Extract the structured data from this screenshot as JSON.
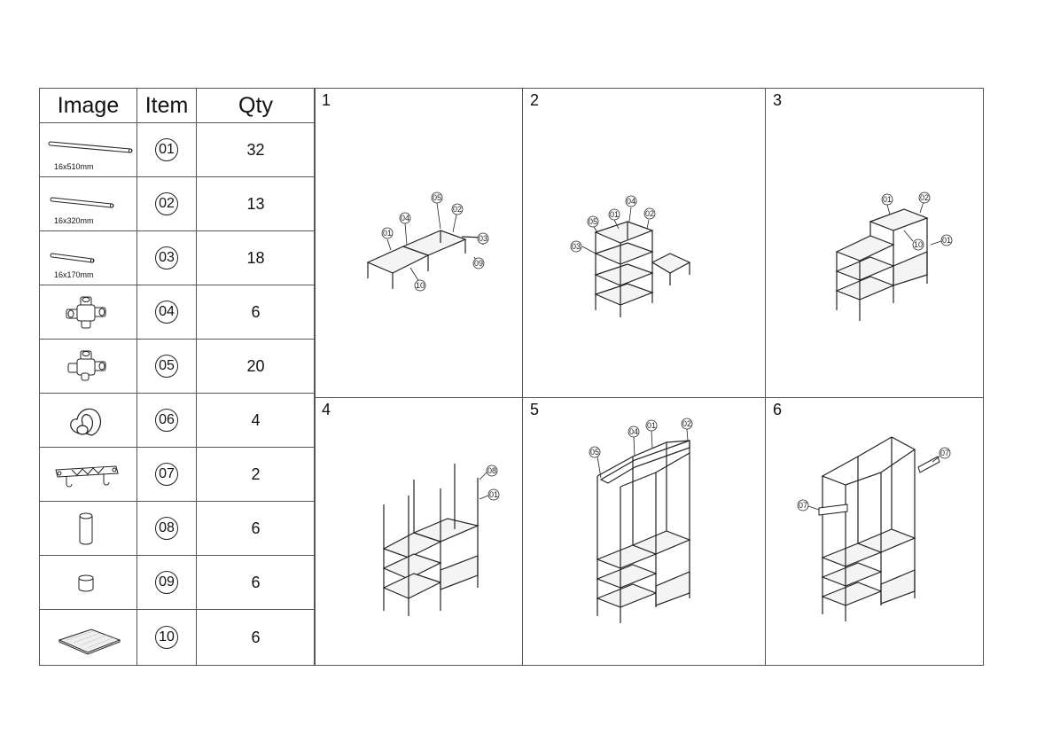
{
  "table": {
    "headers": {
      "image": "Image",
      "item": "Item",
      "qty": "Qty"
    },
    "rows": [
      {
        "icon": "long-tube-icon",
        "dimension": "16x510mm",
        "item": "01",
        "qty": "32"
      },
      {
        "icon": "medium-tube-icon",
        "dimension": "16x320mm",
        "item": "02",
        "qty": "13"
      },
      {
        "icon": "short-tube-icon",
        "dimension": "16x170mm",
        "item": "03",
        "qty": "18"
      },
      {
        "icon": "connector-5way-icon",
        "item": "04",
        "qty": "6"
      },
      {
        "icon": "connector-4way-icon",
        "item": "05",
        "qty": "20"
      },
      {
        "icon": "clip-icon",
        "item": "06",
        "qty": "4"
      },
      {
        "icon": "hook-bar-icon",
        "item": "07",
        "qty": "2"
      },
      {
        "icon": "tall-cap-icon",
        "item": "08",
        "qty": "6"
      },
      {
        "icon": "foot-cap-icon",
        "item": "09",
        "qty": "6"
      },
      {
        "icon": "shelf-panel-icon",
        "item": "10",
        "qty": "6"
      }
    ]
  },
  "steps": [
    {
      "number": "1",
      "callouts": [
        "01",
        "04",
        "05",
        "02",
        "03",
        "09",
        "10"
      ]
    },
    {
      "number": "2",
      "callouts": [
        "05",
        "01",
        "04",
        "02",
        "03"
      ]
    },
    {
      "number": "3",
      "callouts": [
        "01",
        "02",
        "10",
        "01"
      ]
    },
    {
      "number": "4",
      "callouts": [
        "08",
        "01"
      ]
    },
    {
      "number": "5",
      "callouts": [
        "05",
        "04",
        "01",
        "02"
      ]
    },
    {
      "number": "6",
      "callouts": [
        "07",
        "07"
      ]
    }
  ]
}
